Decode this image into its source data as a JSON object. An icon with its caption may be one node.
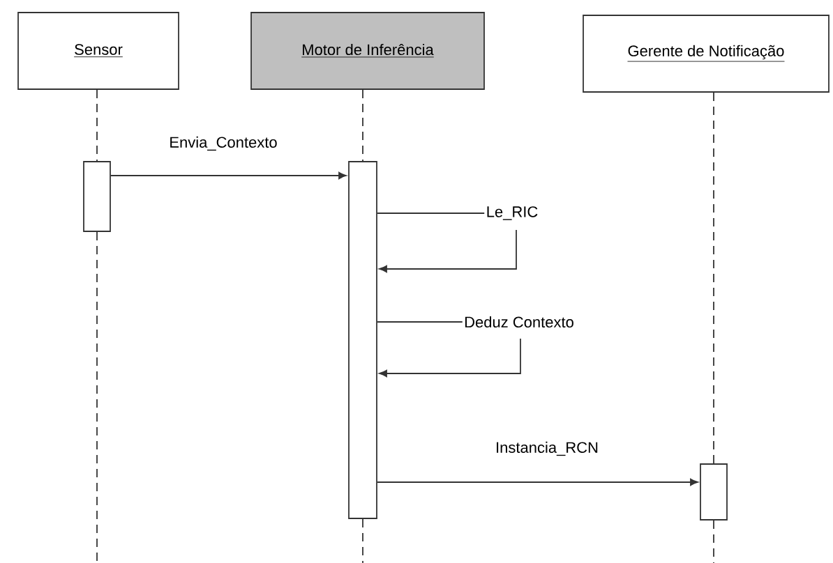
{
  "diagram": {
    "nodes": [
      {
        "text": [
          "Sensor"
        ]
      },
      {
        "text": [
          "Motor de Inferência"
        ]
      },
      {
        "text": [
          "Gerente de Notificação"
        ]
      },
      {
        "text": [],
        "shape": "bar"
      },
      {
        "text": [],
        "shape": "bar"
      },
      {
        "text": [],
        "shape": "bar"
      }
    ],
    "edges": [
      {
        "from": 0,
        "to": 3,
        "arrow": "none",
        "style": "dashed"
      },
      {
        "from": 1,
        "to": 4,
        "arrow": "none",
        "style": "dashed"
      },
      {
        "from": 2,
        "to": 5,
        "arrow": "none",
        "style": "dashed"
      },
      {
        "from": 3,
        "to": 4,
        "arrow": "to",
        "label": "Envia_Contexto"
      },
      {
        "from": 4,
        "to": 4,
        "arrow": "to",
        "label": "Le_RIC"
      },
      {
        "from": 4,
        "to": 4,
        "arrow": "to",
        "label": "Deduz Contexto"
      },
      {
        "from": 4,
        "to": 5,
        "arrow": "to",
        "label": "Instancia_RCN"
      }
    ]
  }
}
